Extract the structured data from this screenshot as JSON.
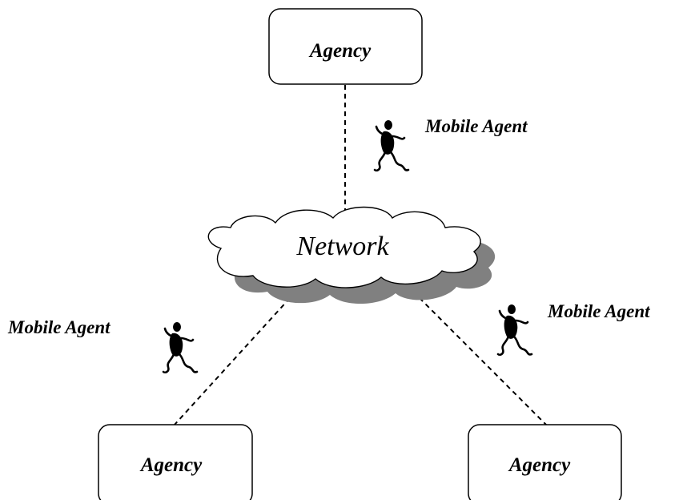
{
  "diagram": {
    "network_label": "Network",
    "agencies": [
      {
        "id": "top",
        "label": "Agency"
      },
      {
        "id": "bottom-left",
        "label": "Agency"
      },
      {
        "id": "bottom-right",
        "label": "Agency"
      }
    ],
    "mobile_agents": [
      {
        "id": "top",
        "label": "Mobile Agent",
        "icon": "running-agent-icon"
      },
      {
        "id": "left",
        "label": "Mobile Agent",
        "icon": "running-agent-icon"
      },
      {
        "id": "right",
        "label": "Mobile Agent",
        "icon": "running-agent-icon"
      }
    ],
    "links": [
      {
        "from": "Agency (top)",
        "to": "Network",
        "style": "dashed"
      },
      {
        "from": "Network",
        "to": "Agency (bottom-left)",
        "style": "dashed"
      },
      {
        "from": "Network",
        "to": "Agency (bottom-right)",
        "style": "dashed"
      }
    ]
  }
}
